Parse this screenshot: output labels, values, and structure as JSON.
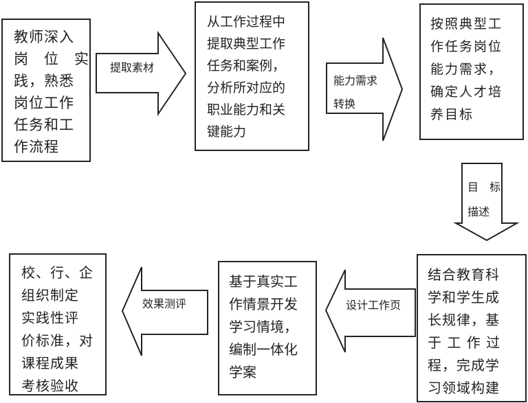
{
  "diagram": {
    "type": "flowchart",
    "nodes": [
      {
        "id": "n1",
        "lines": [
          "教师深入",
          "岗　位　实",
          "践，熟悉",
          "岗位工作",
          "任务和工",
          "作流程"
        ]
      },
      {
        "id": "n2",
        "lines": [
          "从工作过程中",
          "提取典型工作",
          "任务和案例，",
          "分析所对应的",
          "职业能力和关",
          "键能力"
        ]
      },
      {
        "id": "n3",
        "lines": [
          "按照典型工",
          "作任务岗位",
          "能力需求，",
          "确定人才培",
          "养目标"
        ]
      },
      {
        "id": "n4",
        "lines": [
          "结合教育科",
          "学和学生成",
          "长规律，基",
          "于 工 作 过",
          "程，完成学",
          "习领域构建"
        ]
      },
      {
        "id": "n5",
        "lines": [
          "基于真实工",
          "作情景开发",
          "学习情境，",
          "编制一体化",
          "学案"
        ]
      },
      {
        "id": "n6",
        "lines": [
          "校、行、企",
          "组织制定",
          "实践性评",
          "价标准，对",
          "课程成果",
          "考核验收"
        ]
      }
    ],
    "edges": [
      {
        "from": "n1",
        "to": "n2",
        "direction": "right",
        "lines": [
          "提取素材"
        ]
      },
      {
        "from": "n2",
        "to": "n3",
        "direction": "right",
        "lines": [
          "能力需求",
          "转换"
        ]
      },
      {
        "from": "n3",
        "to": "n4",
        "direction": "down",
        "lines": [
          "目　标",
          "描述"
        ]
      },
      {
        "from": "n4",
        "to": "n5",
        "direction": "left",
        "lines": [
          "设计工作页"
        ]
      },
      {
        "from": "n5",
        "to": "n6",
        "direction": "left",
        "lines": [
          "效果测评"
        ]
      }
    ]
  }
}
